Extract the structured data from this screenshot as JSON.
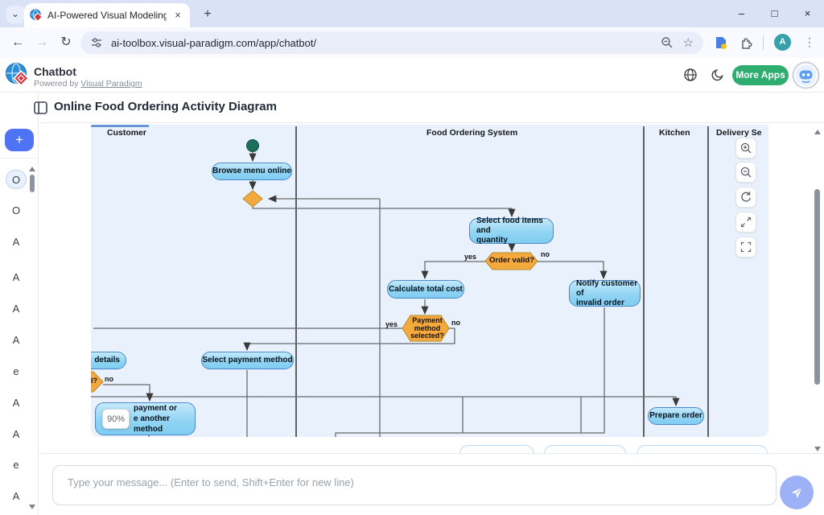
{
  "browser": {
    "tab_title": "AI-Powered Visual Modeling Ch",
    "url": "ai-toolbox.visual-paradigm.com/app/chatbot/",
    "profile_initial": "A",
    "icons": {
      "tab_chevron": "⌄",
      "tab_close": "×",
      "new_tab": "+",
      "minimize": "–",
      "maximize": "□",
      "close": "×",
      "back": "←",
      "forward": "→",
      "reload": "↻",
      "star": "☆",
      "kebab": "⋮"
    }
  },
  "app_header": {
    "title": "Chatbot",
    "powered_by": "Powered by",
    "powered_link": "Visual Paradigm",
    "more_apps": "More Apps"
  },
  "page": {
    "title": "Online Food Ordering Activity Diagram"
  },
  "sidebar": {
    "plus": "+",
    "items": [
      "O",
      "O",
      "A",
      "A",
      "A",
      "A",
      "e",
      "A",
      "A",
      "e",
      "A"
    ]
  },
  "diagram": {
    "lanes": [
      "Customer",
      "Food Ordering System",
      "Kitchen",
      "Delivery Se"
    ],
    "yes": "yes",
    "no": "no",
    "zoom_badge": "90%",
    "nodes": {
      "browse": "Browse menu online",
      "select_food": "Select food items and\nquantity",
      "order_valid": "Order valid?",
      "calculate": "Calculate total cost",
      "notify": "Notify customer of\ninvalid order",
      "payment_selected": "Payment\nmethod\nselected?",
      "details_fragment": "details",
      "select_payment": "Select payment method",
      "successful_fragment": "l?",
      "retry_fragment": "payment or\ne another method",
      "prepare": "Prepare order"
    }
  },
  "chat": {
    "placeholder": "Type your message... (Enter to send, Shift+Enter for new line)"
  }
}
